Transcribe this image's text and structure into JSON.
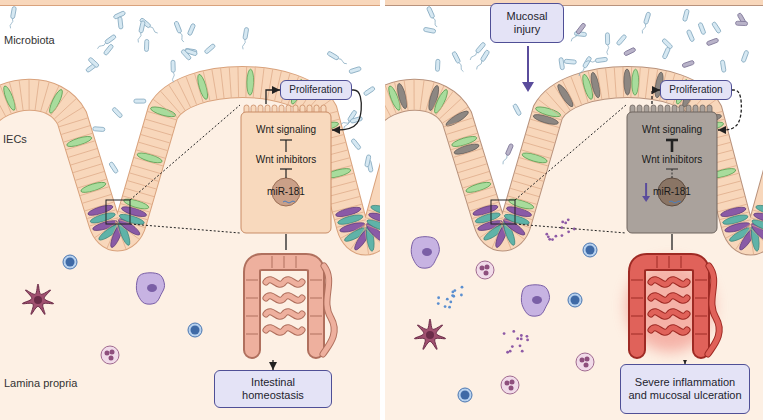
{
  "diagram": {
    "nodes": [
      {
        "text": [
          "Proliferation"
        ]
      },
      {
        "text": [
          "Wnt signaling",
          "Wnt inhibitors",
          "miR-181"
        ]
      },
      {
        "text": [
          "Intestinal homeostasis"
        ]
      },
      {
        "text": [
          "Mucosal injury"
        ]
      },
      {
        "text": [
          "Proliferation"
        ]
      },
      {
        "text": [
          "Wnt signaling",
          "Wnt inhibitors",
          "miR-181"
        ]
      },
      {
        "text": [
          "Severe inflammation and mucosal ulceration"
        ]
      }
    ],
    "edges": [
      {
        "from": 1,
        "to": 0,
        "arrow": "to"
      },
      {
        "from": 0,
        "to": 1,
        "arrow": "to"
      },
      {
        "from": 1,
        "to": 2,
        "arrow": "to"
      },
      {
        "from": 5,
        "to": 4,
        "arrow": "to"
      },
      {
        "from": 4,
        "to": 5,
        "arrow": "to"
      },
      {
        "from": 5,
        "to": 6,
        "arrow": "to"
      }
    ],
    "labels": [
      "Microbiota",
      "IECs",
      "Lamina propria"
    ]
  }
}
